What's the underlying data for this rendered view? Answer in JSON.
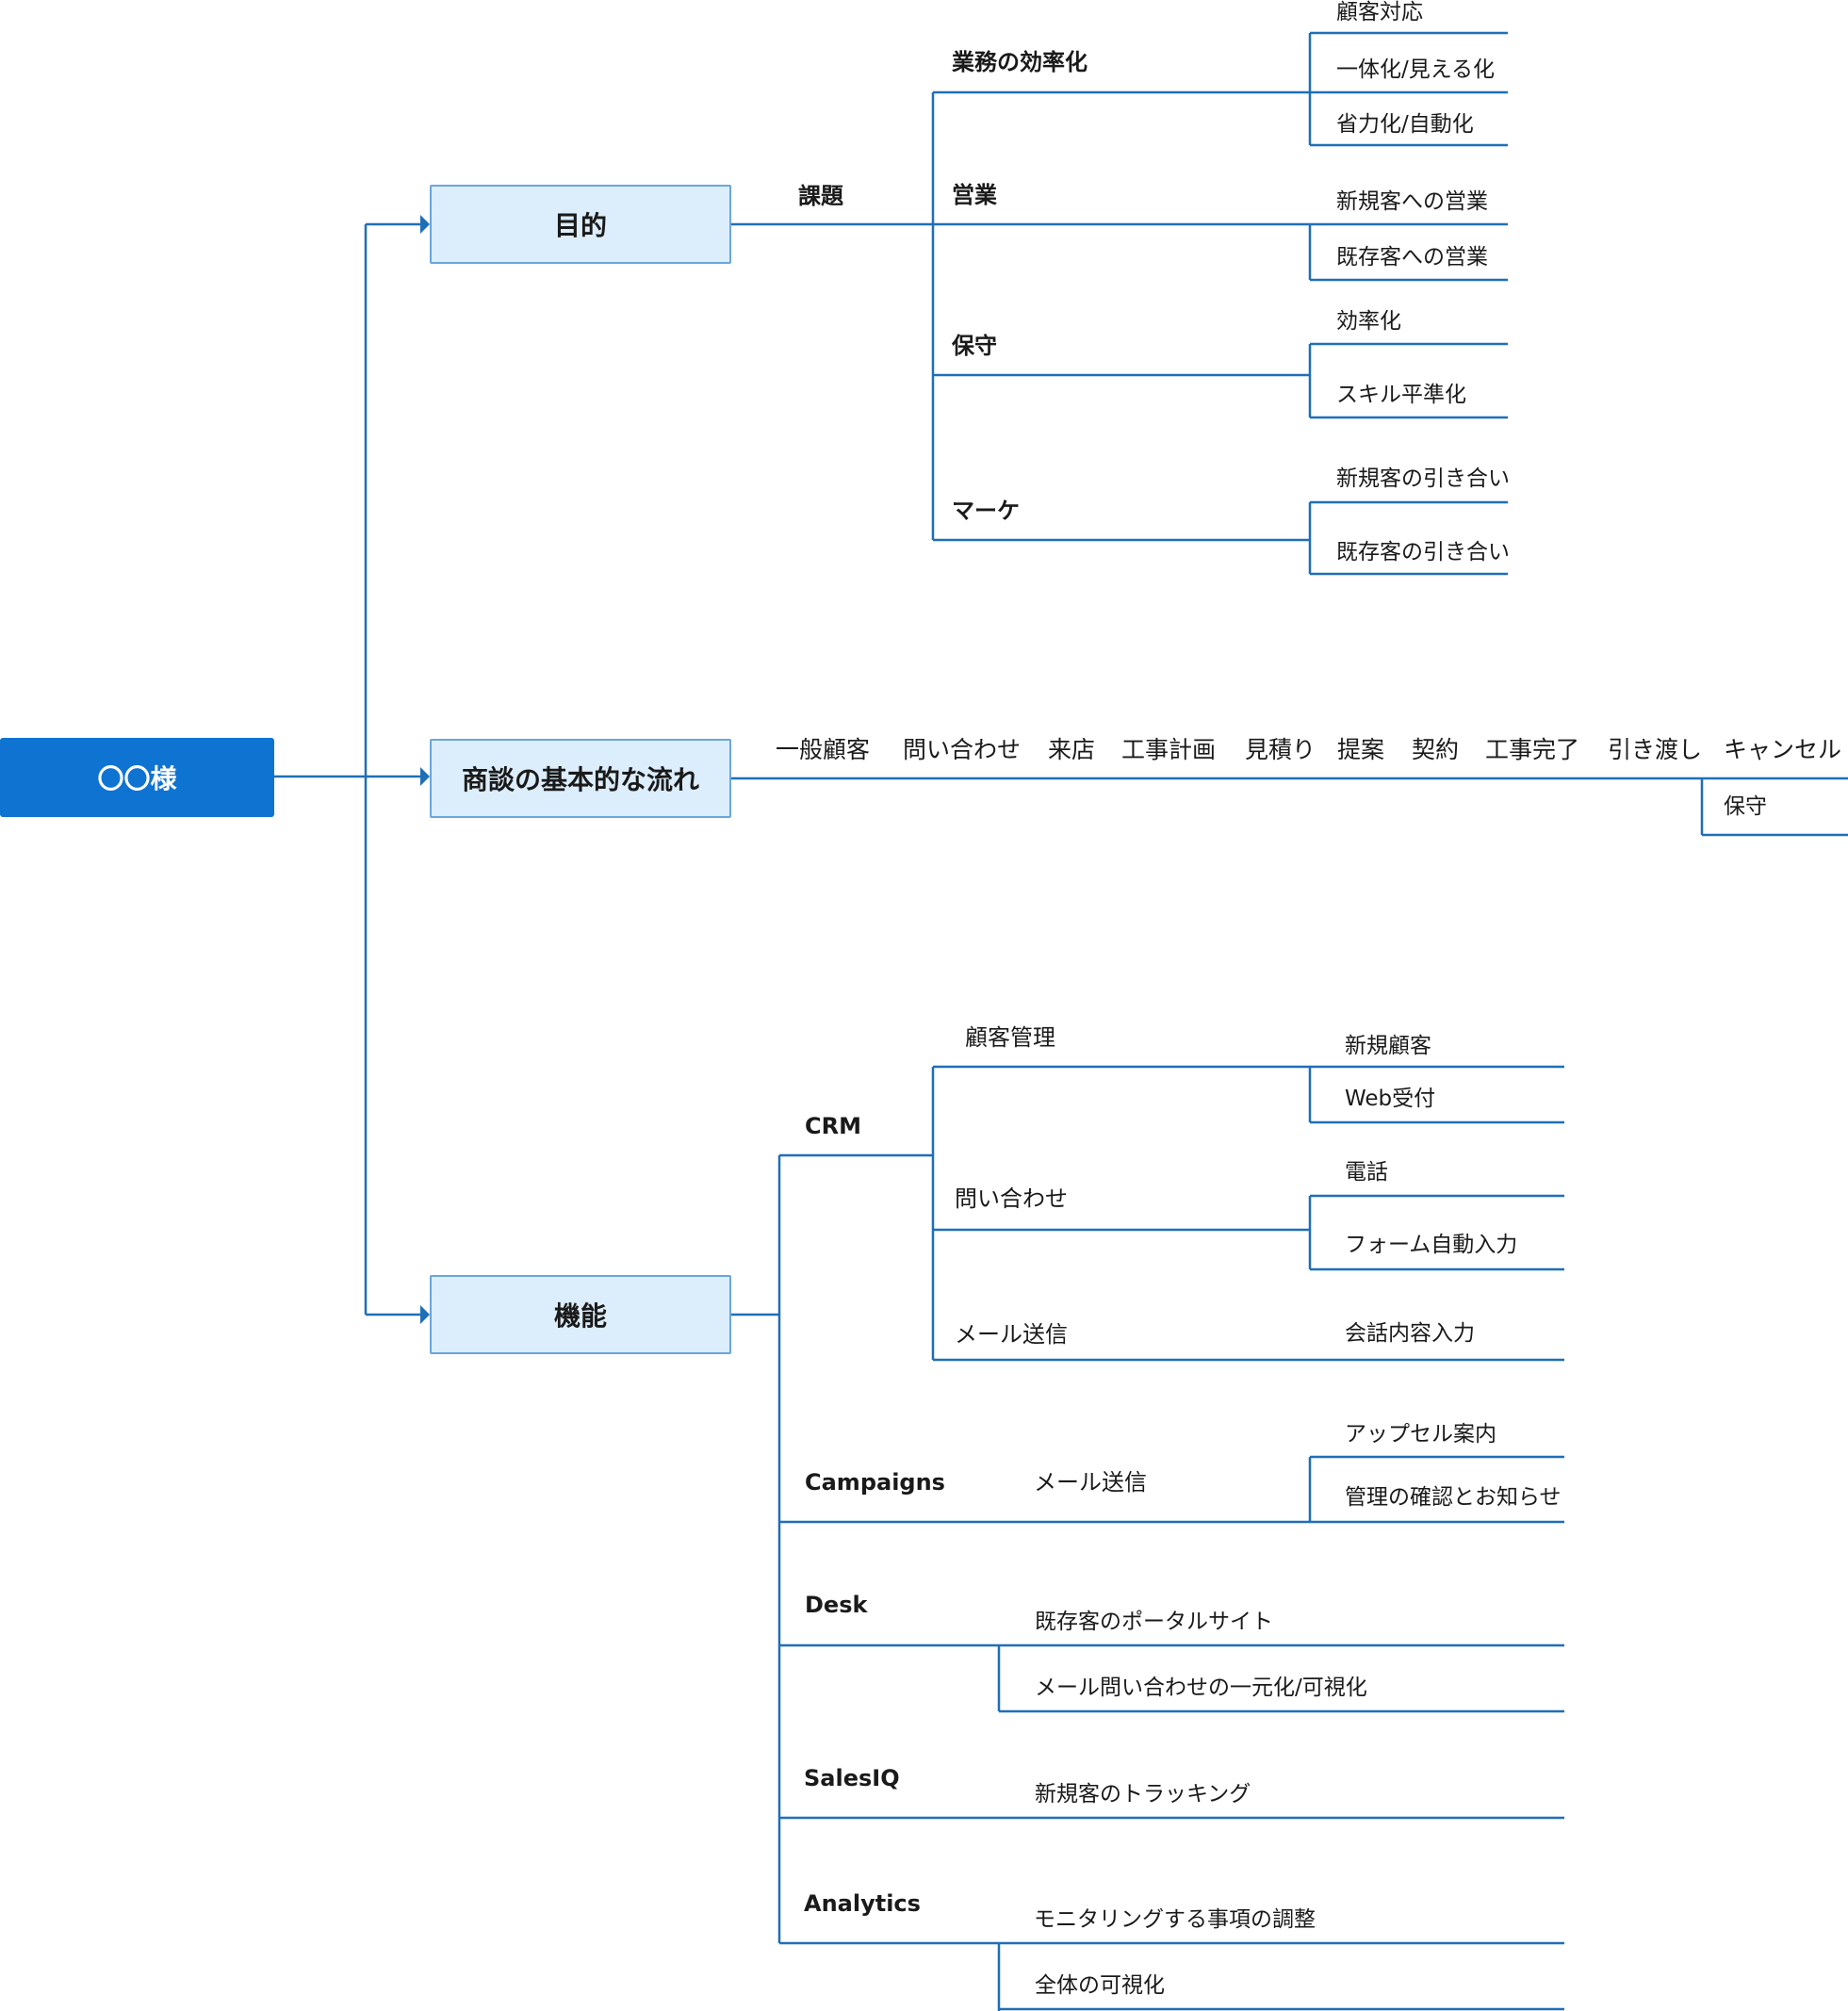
{
  "root": {
    "label": "〇〇様"
  },
  "purpose": {
    "label": "目的",
    "issue_label": "課題",
    "groups": [
      {
        "label": "業務の効率化",
        "items": [
          "顧客対応",
          "一体化/見える化",
          "省力化/自動化"
        ]
      },
      {
        "label": "営業",
        "items": [
          "新規客への営業",
          "既存客への営業"
        ]
      },
      {
        "label": "保守",
        "items": [
          "効率化",
          "スキル平準化"
        ]
      },
      {
        "label": "マーケ",
        "items": [
          "新規客の引き合い",
          "既存客の引き合い"
        ]
      }
    ]
  },
  "flow": {
    "label": "商談の基本的な流れ",
    "steps": [
      "一般顧客",
      "問い合わせ",
      "来店",
      "工事計画",
      "見積り",
      "提案",
      "契約",
      "工事完了",
      "引き渡し",
      "キャンセル"
    ],
    "sub": "保守"
  },
  "features": {
    "label": "機能",
    "crm": {
      "label": "CRM",
      "groups": [
        {
          "label": "顧客管理",
          "items": [
            "新規顧客",
            "Web受付"
          ]
        },
        {
          "label": "問い合わせ",
          "items": [
            "電話",
            "フォーム自動入力"
          ]
        },
        {
          "label": "メール送信",
          "items": [
            "会話内容入力"
          ]
        }
      ]
    },
    "campaigns": {
      "label": "Campaigns",
      "sub": "メール送信",
      "items": [
        "アップセル案内",
        "管理の確認とお知らせ"
      ]
    },
    "desk": {
      "label": "Desk",
      "items": [
        "既存客のポータルサイト",
        "メール問い合わせの一元化/可視化"
      ]
    },
    "salesiq": {
      "label": "SalesIQ",
      "items": [
        "新規客のトラッキング"
      ]
    },
    "analytics": {
      "label": "Analytics",
      "items": [
        "モニタリングする事項の調整",
        "全体の可視化"
      ]
    }
  },
  "colors": {
    "line": "#1f6fb8",
    "root_fill": "#0f73d2",
    "branch_fill": "#dcedfb",
    "branch_border": "#6aa6dc"
  }
}
